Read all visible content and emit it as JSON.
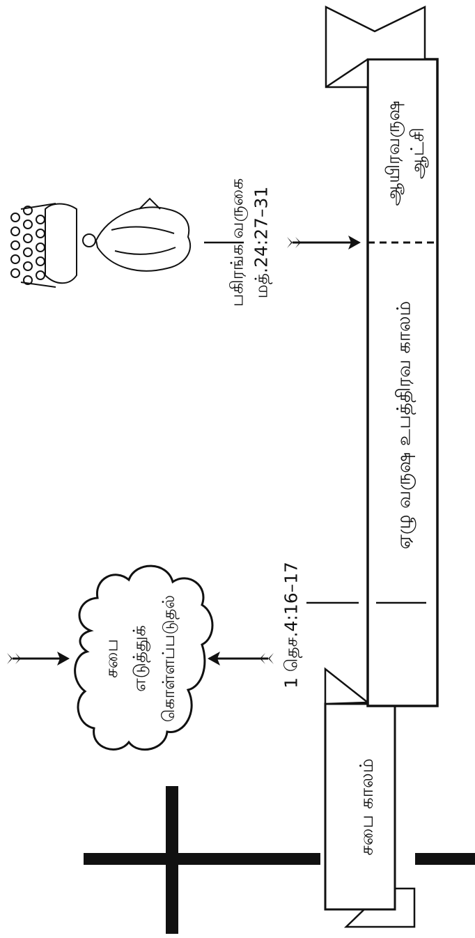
{
  "diagram": {
    "labels": {
      "church_age": "சபை காலம்",
      "tribulation": "ஏழு வருஷ உபத்திரவ காலம்",
      "millennium_line1": "ஆயிரவருஷ",
      "millennium_line2": "ஆட்சி",
      "rapture_line1": "சபை",
      "rapture_line2": "எடுத்துக்",
      "rapture_line3": "கொள்ளப்படுதல்",
      "rapture_reference": "1 தெச.4:16–17",
      "second_coming_line1": "பகிரங்க வருகை",
      "second_coming_line2": "மத்.24:27–31"
    },
    "colors": {
      "ink": "#111111",
      "paper": "#ffffff"
    },
    "icons": {
      "cross": "cross-icon",
      "cloud": "cloud-icon",
      "arrow": "arrow-icon",
      "christ_with_saints": "christ-with-saints-illustration"
    }
  }
}
